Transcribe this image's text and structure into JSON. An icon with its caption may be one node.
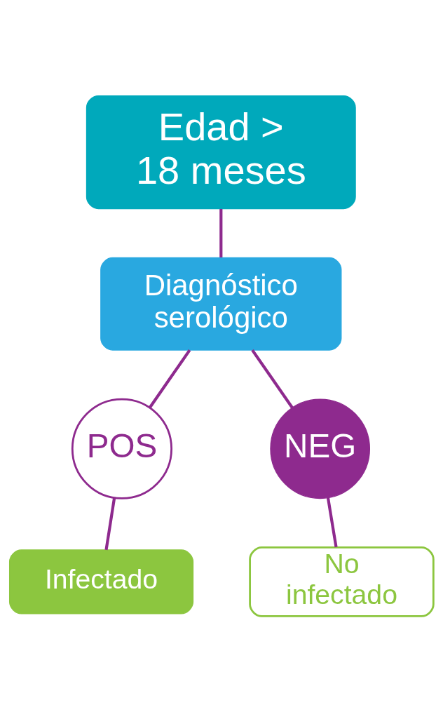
{
  "diagram": {
    "nodes": [
      {
        "text": [
          "Edad > 18 meses"
        ]
      },
      {
        "text": [
          "Diagnóstico serológico"
        ]
      },
      {
        "text": [
          "POS"
        ]
      },
      {
        "text": [
          "NEG"
        ]
      },
      {
        "text": [
          "Infectado"
        ]
      },
      {
        "text": [
          "No infectado"
        ]
      }
    ],
    "edges": [
      {
        "from": 0,
        "to": 1,
        "arrow": "none"
      },
      {
        "from": 1,
        "to": 2,
        "arrow": "none"
      },
      {
        "from": 1,
        "to": 3,
        "arrow": "none"
      },
      {
        "from": 2,
        "to": 4,
        "arrow": "none"
      },
      {
        "from": 3,
        "to": 5,
        "arrow": "none"
      }
    ]
  }
}
